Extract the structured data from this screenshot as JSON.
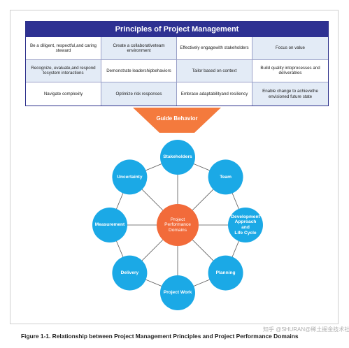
{
  "principles": {
    "title": "Principles of Project Management",
    "rows": [
      [
        "Be a diligent, respectful,\nand caring steward",
        "Create a collaborative\nteam environment",
        "Effectively engage\nwith stakeholders",
        "Focus on value"
      ],
      [
        "Recognize, evaluate,\nand respond to\nsystem interactions",
        "Demonstrate leadership\nbehaviors",
        "Tailor based on context",
        "Build quality into\nprocesses and deliverables"
      ],
      [
        "Navigate complexity",
        "Optimize risk responses",
        "Embrace adaptability\nand resiliency",
        "Enable change to achieve\nthe envisioned future state"
      ]
    ]
  },
  "arrow": {
    "label": "Guide Behavior"
  },
  "hub": {
    "label": "Project\nPerformance\nDomains"
  },
  "domains": [
    {
      "label": "Stakeholders"
    },
    {
      "label": "Team"
    },
    {
      "label": "Development\nApproach\nand\nLife Cycle"
    },
    {
      "label": "Planning"
    },
    {
      "label": "Project Work"
    },
    {
      "label": "Delivery"
    },
    {
      "label": "Measurement"
    },
    {
      "label": "Uncertainty"
    }
  ],
  "colors": {
    "header_blue": "#2e3192",
    "domain_blue": "#1ba9e6",
    "hub_orange": "#f26b3a",
    "arrow_orange": "#f47a3d"
  },
  "caption": "Figure 1-1. Relationship between Project Management Principles and Project Performance Domains",
  "watermark": "知乎 @SHURAN\n@稀土掘金技术社区"
}
